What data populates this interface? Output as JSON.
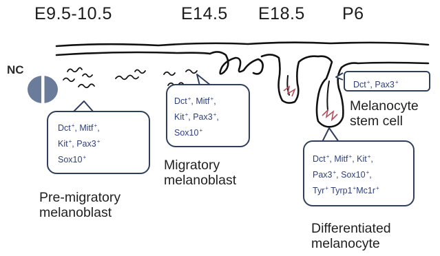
{
  "stages": [
    {
      "id": "e9",
      "label": "E9.5-10.5"
    },
    {
      "id": "e14",
      "label": "E14.5"
    },
    {
      "id": "e18",
      "label": "E18.5"
    },
    {
      "id": "p6",
      "label": "P6"
    }
  ],
  "nc_label": "NC",
  "callouts": {
    "premigratory": {
      "lines": [
        [
          {
            "t": "Dct",
            "s": "+"
          },
          {
            "t": ", Mitf",
            "s": "+"
          },
          {
            "t": ","
          }
        ],
        [
          {
            "t": "Kit",
            "s": "+"
          },
          {
            "t": ", Pax3",
            "s": "+"
          }
        ],
        [
          {
            "t": "Sox10",
            "s": "+"
          }
        ]
      ]
    },
    "migratory": {
      "lines": [
        [
          {
            "t": "Dct",
            "s": "+"
          },
          {
            "t": ", Mitf",
            "s": "+"
          },
          {
            "t": ","
          }
        ],
        [
          {
            "t": "Kit",
            "s": "+"
          },
          {
            "t": ",  Pax3",
            "s": "+"
          },
          {
            "t": ","
          }
        ],
        [
          {
            "t": "Sox10",
            "s": "+"
          }
        ]
      ]
    },
    "stem": {
      "lines": [
        [
          {
            "t": "Dct",
            "s": "+"
          },
          {
            "t": ", Pax3",
            "s": "+"
          }
        ]
      ]
    },
    "differentiated": {
      "lines": [
        [
          {
            "t": "Dct",
            "s": "+"
          },
          {
            "t": ", Mitf",
            "s": "+"
          },
          {
            "t": ", Kit",
            "s": "+"
          },
          {
            "t": ","
          }
        ],
        [
          {
            "t": "Pax3",
            "s": "+"
          },
          {
            "t": ", Sox10",
            "s": "+"
          },
          {
            "t": ","
          }
        ],
        [
          {
            "t": "Tyr",
            "s": "+"
          },
          {
            "t": " Tyrp1",
            "s": "+"
          },
          {
            "t": "Mc1r",
            "s": "+"
          }
        ]
      ]
    }
  },
  "captions": {
    "premigratory": [
      "Pre-migratory",
      "melanoblast"
    ],
    "migratory": [
      "Migratory",
      "melanoblast"
    ],
    "stem": [
      "Melanocyte",
      "stem cell"
    ],
    "differentiated": [
      "Differentiated",
      "melanocyte"
    ]
  },
  "colors": {
    "outline": "#111111",
    "marker_text": "#2e3f78",
    "nc_fill": "#6a7c99",
    "melanocyte": "#b0505c"
  }
}
